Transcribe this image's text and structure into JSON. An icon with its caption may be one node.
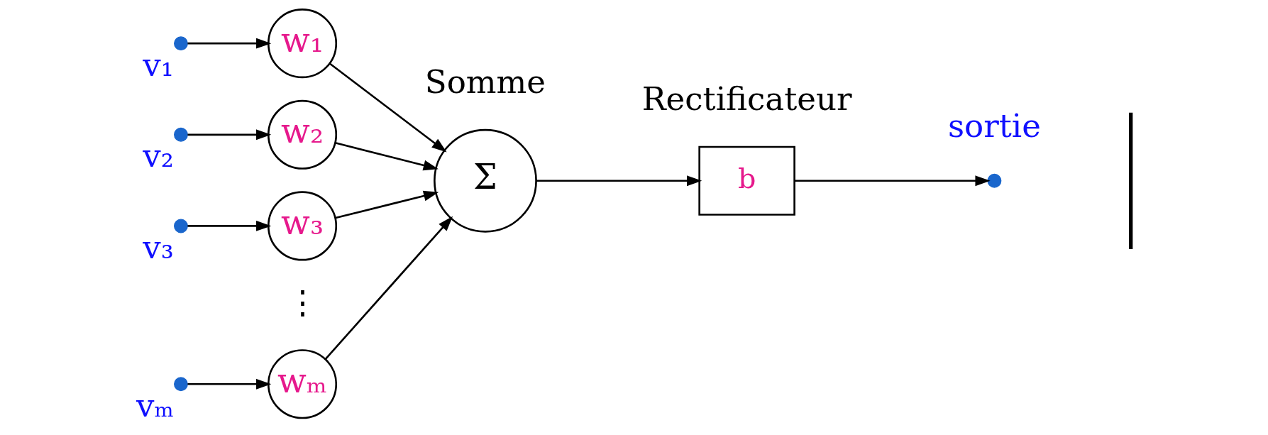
{
  "diagram": {
    "nodes": [
      {
        "text": [],
        "shape": "circle",
        "beside": [
          "v₁"
        ]
      },
      {
        "text": [
          "w₁"
        ]
      },
      {
        "text": [],
        "shape": "circle",
        "beside": [
          "v₂"
        ]
      },
      {
        "text": [
          "w₂"
        ]
      },
      {
        "text": [],
        "shape": "circle",
        "beside": [
          "v₃"
        ]
      },
      {
        "text": [
          "w₃"
        ]
      },
      {
        "text": [],
        "shape": "circle",
        "beside": [
          "vₘ"
        ]
      },
      {
        "text": [
          "wₘ"
        ]
      },
      {
        "text": [
          "Σ"
        ],
        "beside": [
          "Somme"
        ]
      },
      {
        "text": [
          "b"
        ],
        "beside": [
          "Rectificateur"
        ]
      },
      {
        "text": [],
        "shape": "circle",
        "beside": [
          "sortie"
        ]
      }
    ],
    "edges": [
      {
        "from": 0,
        "to": 1,
        "arrow": "to"
      },
      {
        "from": 2,
        "to": 3,
        "arrow": "to"
      },
      {
        "from": 4,
        "to": 5,
        "arrow": "to"
      },
      {
        "from": 6,
        "to": 7,
        "arrow": "to"
      },
      {
        "from": 1,
        "to": 8,
        "arrow": "to"
      },
      {
        "from": 3,
        "to": 8,
        "arrow": "to"
      },
      {
        "from": 5,
        "to": 8,
        "arrow": "to"
      },
      {
        "from": 7,
        "to": 8,
        "arrow": "to"
      },
      {
        "from": 8,
        "to": 9,
        "arrow": "to"
      },
      {
        "from": 9,
        "to": 10,
        "arrow": "to"
      }
    ],
    "labels": [
      "⋮"
    ]
  }
}
